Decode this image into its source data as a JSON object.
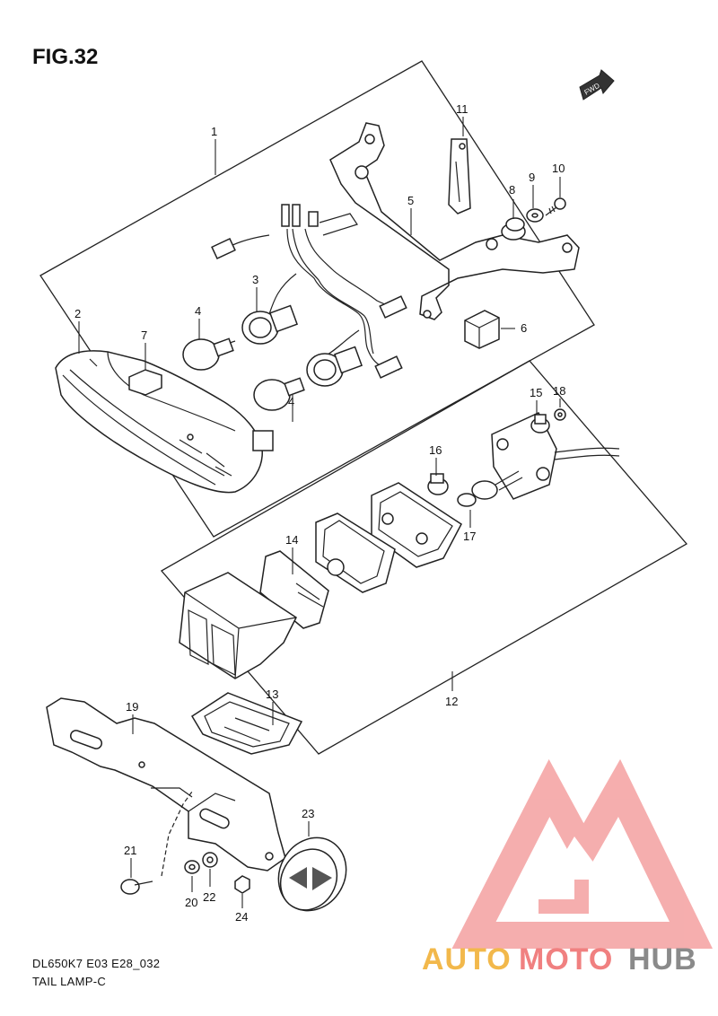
{
  "figure": {
    "title": "FIG.32",
    "fwd_label": "FWD"
  },
  "labels": {
    "p1": "1",
    "p2": "2",
    "p3": "3",
    "p4a": "4",
    "p4b": "4",
    "p5": "5",
    "p6": "6",
    "p7": "7",
    "p8": "8",
    "p9": "9",
    "p10": "10",
    "p11": "11",
    "p12": "12",
    "p13": "13",
    "p14": "14",
    "p15": "15",
    "p16": "16",
    "p17": "17",
    "p18": "18",
    "p19": "19",
    "p20": "20",
    "p21": "21",
    "p22": "22",
    "p23": "23",
    "p24": "24"
  },
  "footer": {
    "model_code": "DL650K7 E03 E28_032",
    "section_name": "TAIL LAMP-C"
  },
  "watermark": {
    "brand_part1": "AUTO",
    "brand_part2": "MOTO",
    "brand_part3": "HUB",
    "colors": {
      "orange": "#f2b84b",
      "red": "#f08080",
      "gray": "#8a8a8a"
    }
  }
}
